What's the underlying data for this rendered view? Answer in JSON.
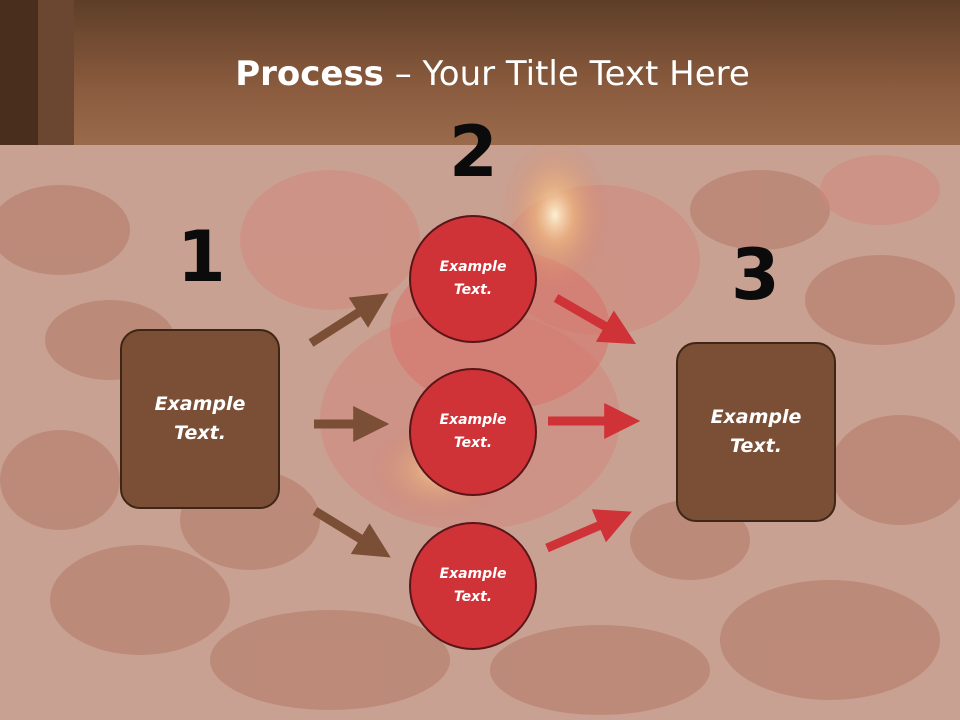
{
  "title": {
    "bold": "Process",
    "rest": " – Your Title Text Here"
  },
  "steps": [
    {
      "number": "1"
    },
    {
      "number": "2"
    },
    {
      "number": "3"
    }
  ],
  "nodes": {
    "start": {
      "line1": "Example",
      "line2": "Text."
    },
    "middle": [
      {
        "line1": "Example",
        "line2": "Text."
      },
      {
        "line1": "Example",
        "line2": "Text."
      },
      {
        "line1": "Example",
        "line2": "Text."
      }
    ],
    "end": {
      "line1": "Example",
      "line2": "Text."
    }
  },
  "colors": {
    "header": "#8a5b3e",
    "box_fill": "#7a4f35",
    "circle_fill": "#cf3237",
    "arrow_brown": "#7a4f35",
    "arrow_red": "#cf3237"
  }
}
